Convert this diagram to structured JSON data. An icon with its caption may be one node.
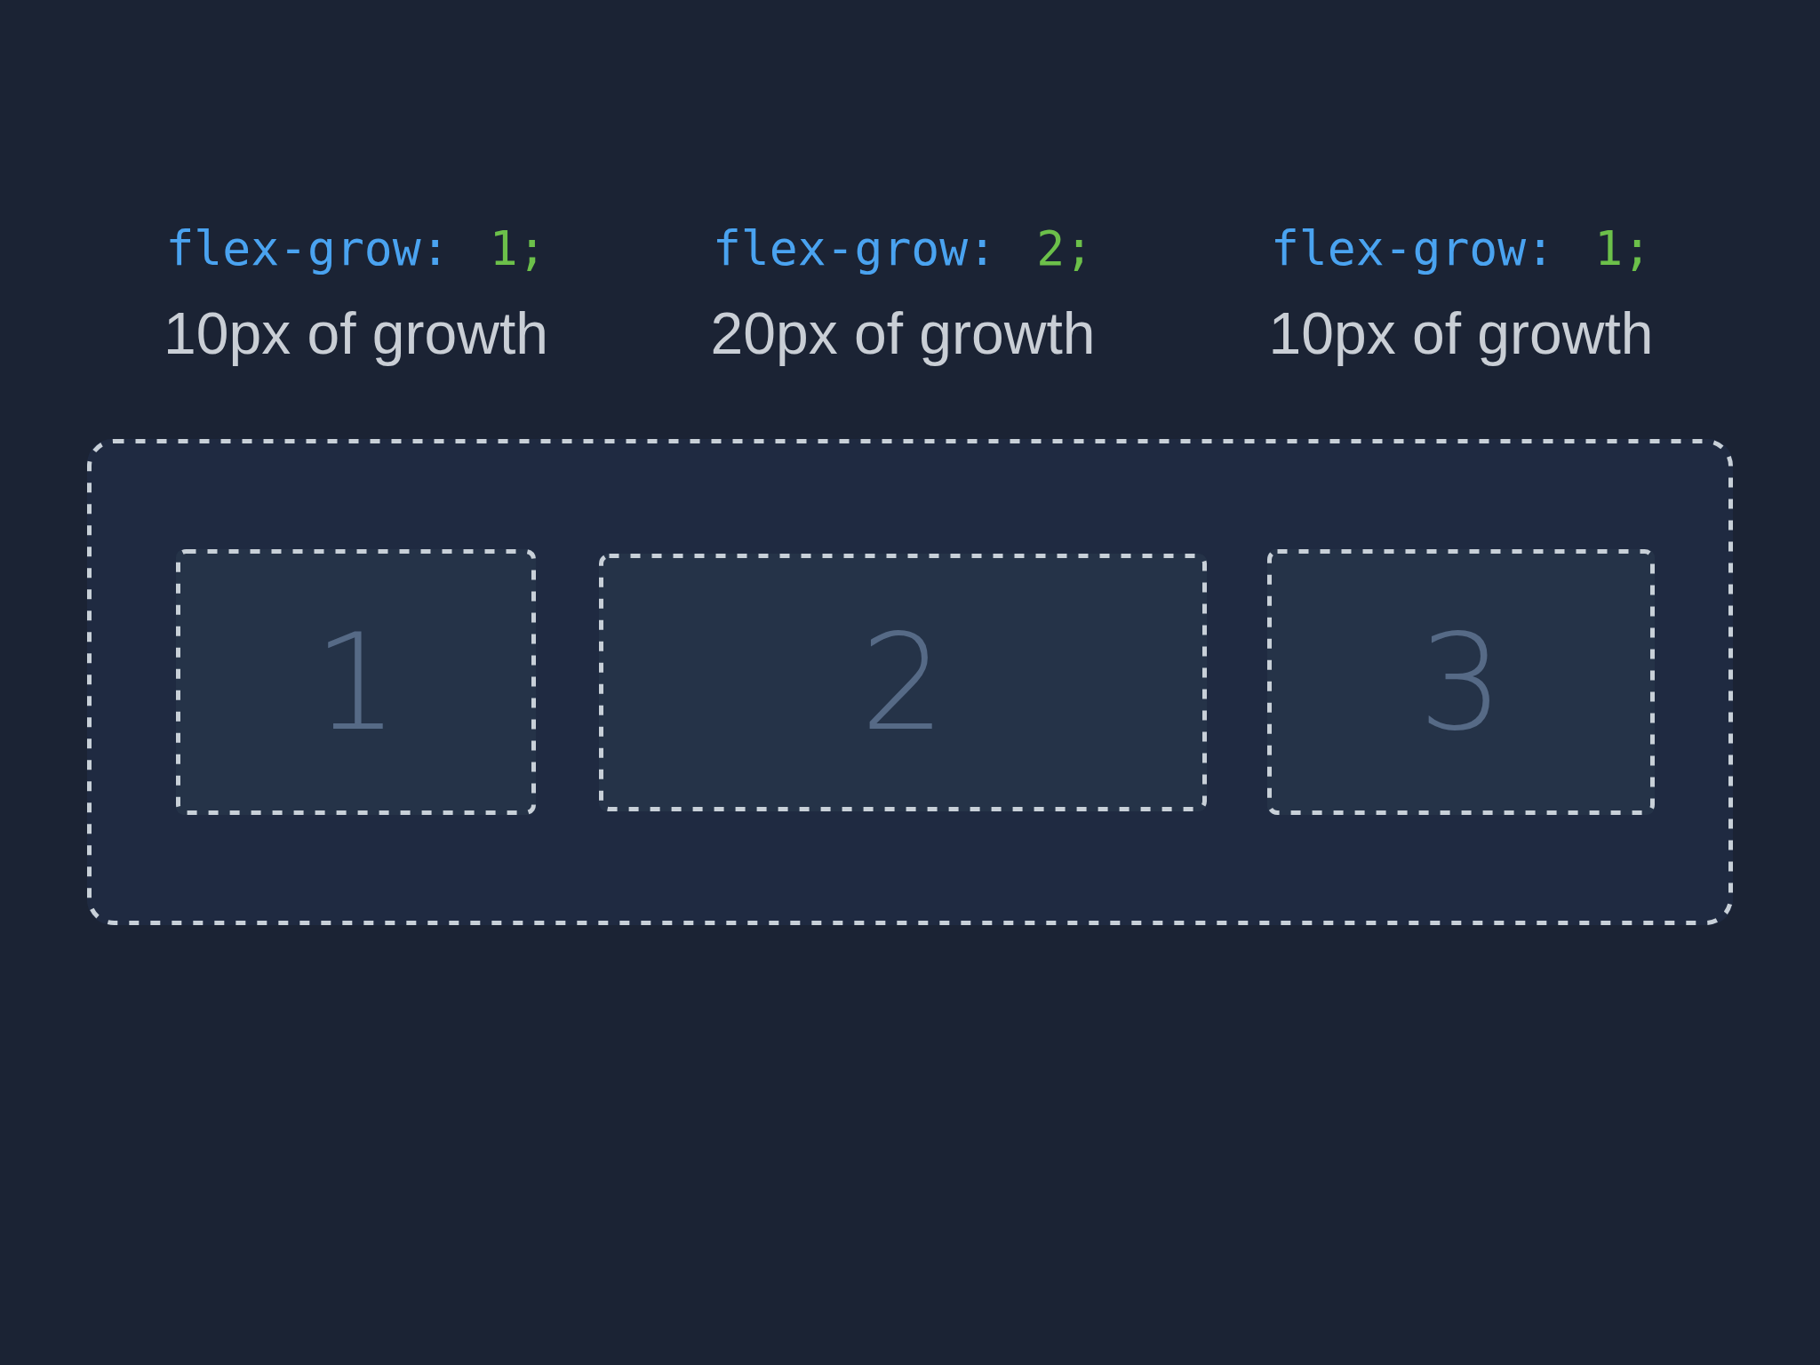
{
  "diagram": {
    "nodes": [
      {
        "text": [],
        "shape": "box"
      },
      {
        "text": [
          "1"
        ],
        "in": 0,
        "beside": [
          "flex-grow: 1;",
          "10px of growth"
        ]
      },
      {
        "text": [
          "2"
        ],
        "in": 0,
        "beside": [
          "flex-grow: 2;",
          "20px of growth"
        ]
      },
      {
        "text": [
          "3"
        ],
        "in": 0,
        "beside": [
          "flex-grow: 1;",
          "10px of growth"
        ]
      }
    ]
  }
}
